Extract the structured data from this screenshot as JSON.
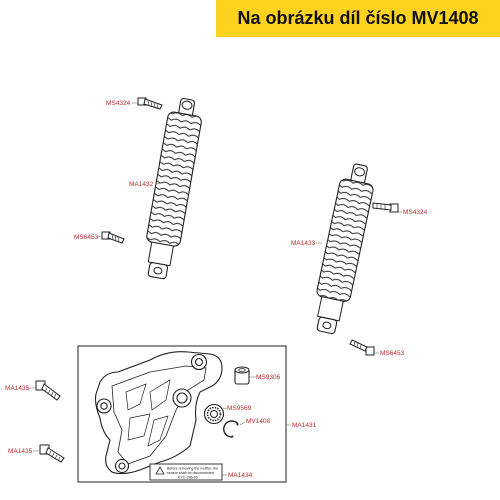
{
  "banner": {
    "text": "Na obrázku díl číslo MV1408",
    "background": "#ffd21f",
    "text_color": "#111111"
  },
  "label_color": "#c0282d",
  "parts": [
    {
      "id": "MS4324-left",
      "label": "MS4324",
      "icon": "bolt-icon"
    },
    {
      "id": "MA1432",
      "label": "MA1432",
      "icon": "shock-absorber-icon"
    },
    {
      "id": "MS6453-left",
      "label": "MS6453",
      "icon": "bolt-icon"
    },
    {
      "id": "MS4324-right",
      "label": "MS4324",
      "icon": "bolt-icon"
    },
    {
      "id": "MA1433",
      "label": "MA1433",
      "icon": "shock-absorber-icon"
    },
    {
      "id": "MS6453-right",
      "label": "MS6453",
      "icon": "bolt-icon"
    },
    {
      "id": "MS9306",
      "label": "MS9306",
      "icon": "bushing-icon"
    },
    {
      "id": "MS9569",
      "label": "MS9569",
      "icon": "bearing-icon"
    },
    {
      "id": "MV1408",
      "label": "MV1408",
      "icon": "circlip-icon"
    },
    {
      "id": "MA1431",
      "label": "MA1431",
      "icon": "bracket-icon"
    },
    {
      "id": "MA1435-top",
      "label": "MA1435",
      "icon": "bolt-icon"
    },
    {
      "id": "MA1435-bottom",
      "label": "MA1435",
      "icon": "bolt-icon"
    },
    {
      "id": "MA1434",
      "label": "MA1434",
      "icon": "warning-label-icon"
    }
  ],
  "warning_sticker": {
    "line1": "Before removing the muffler, the",
    "line2": "sensor shaft be disconnected",
    "line3": "KYC-286-00"
  }
}
